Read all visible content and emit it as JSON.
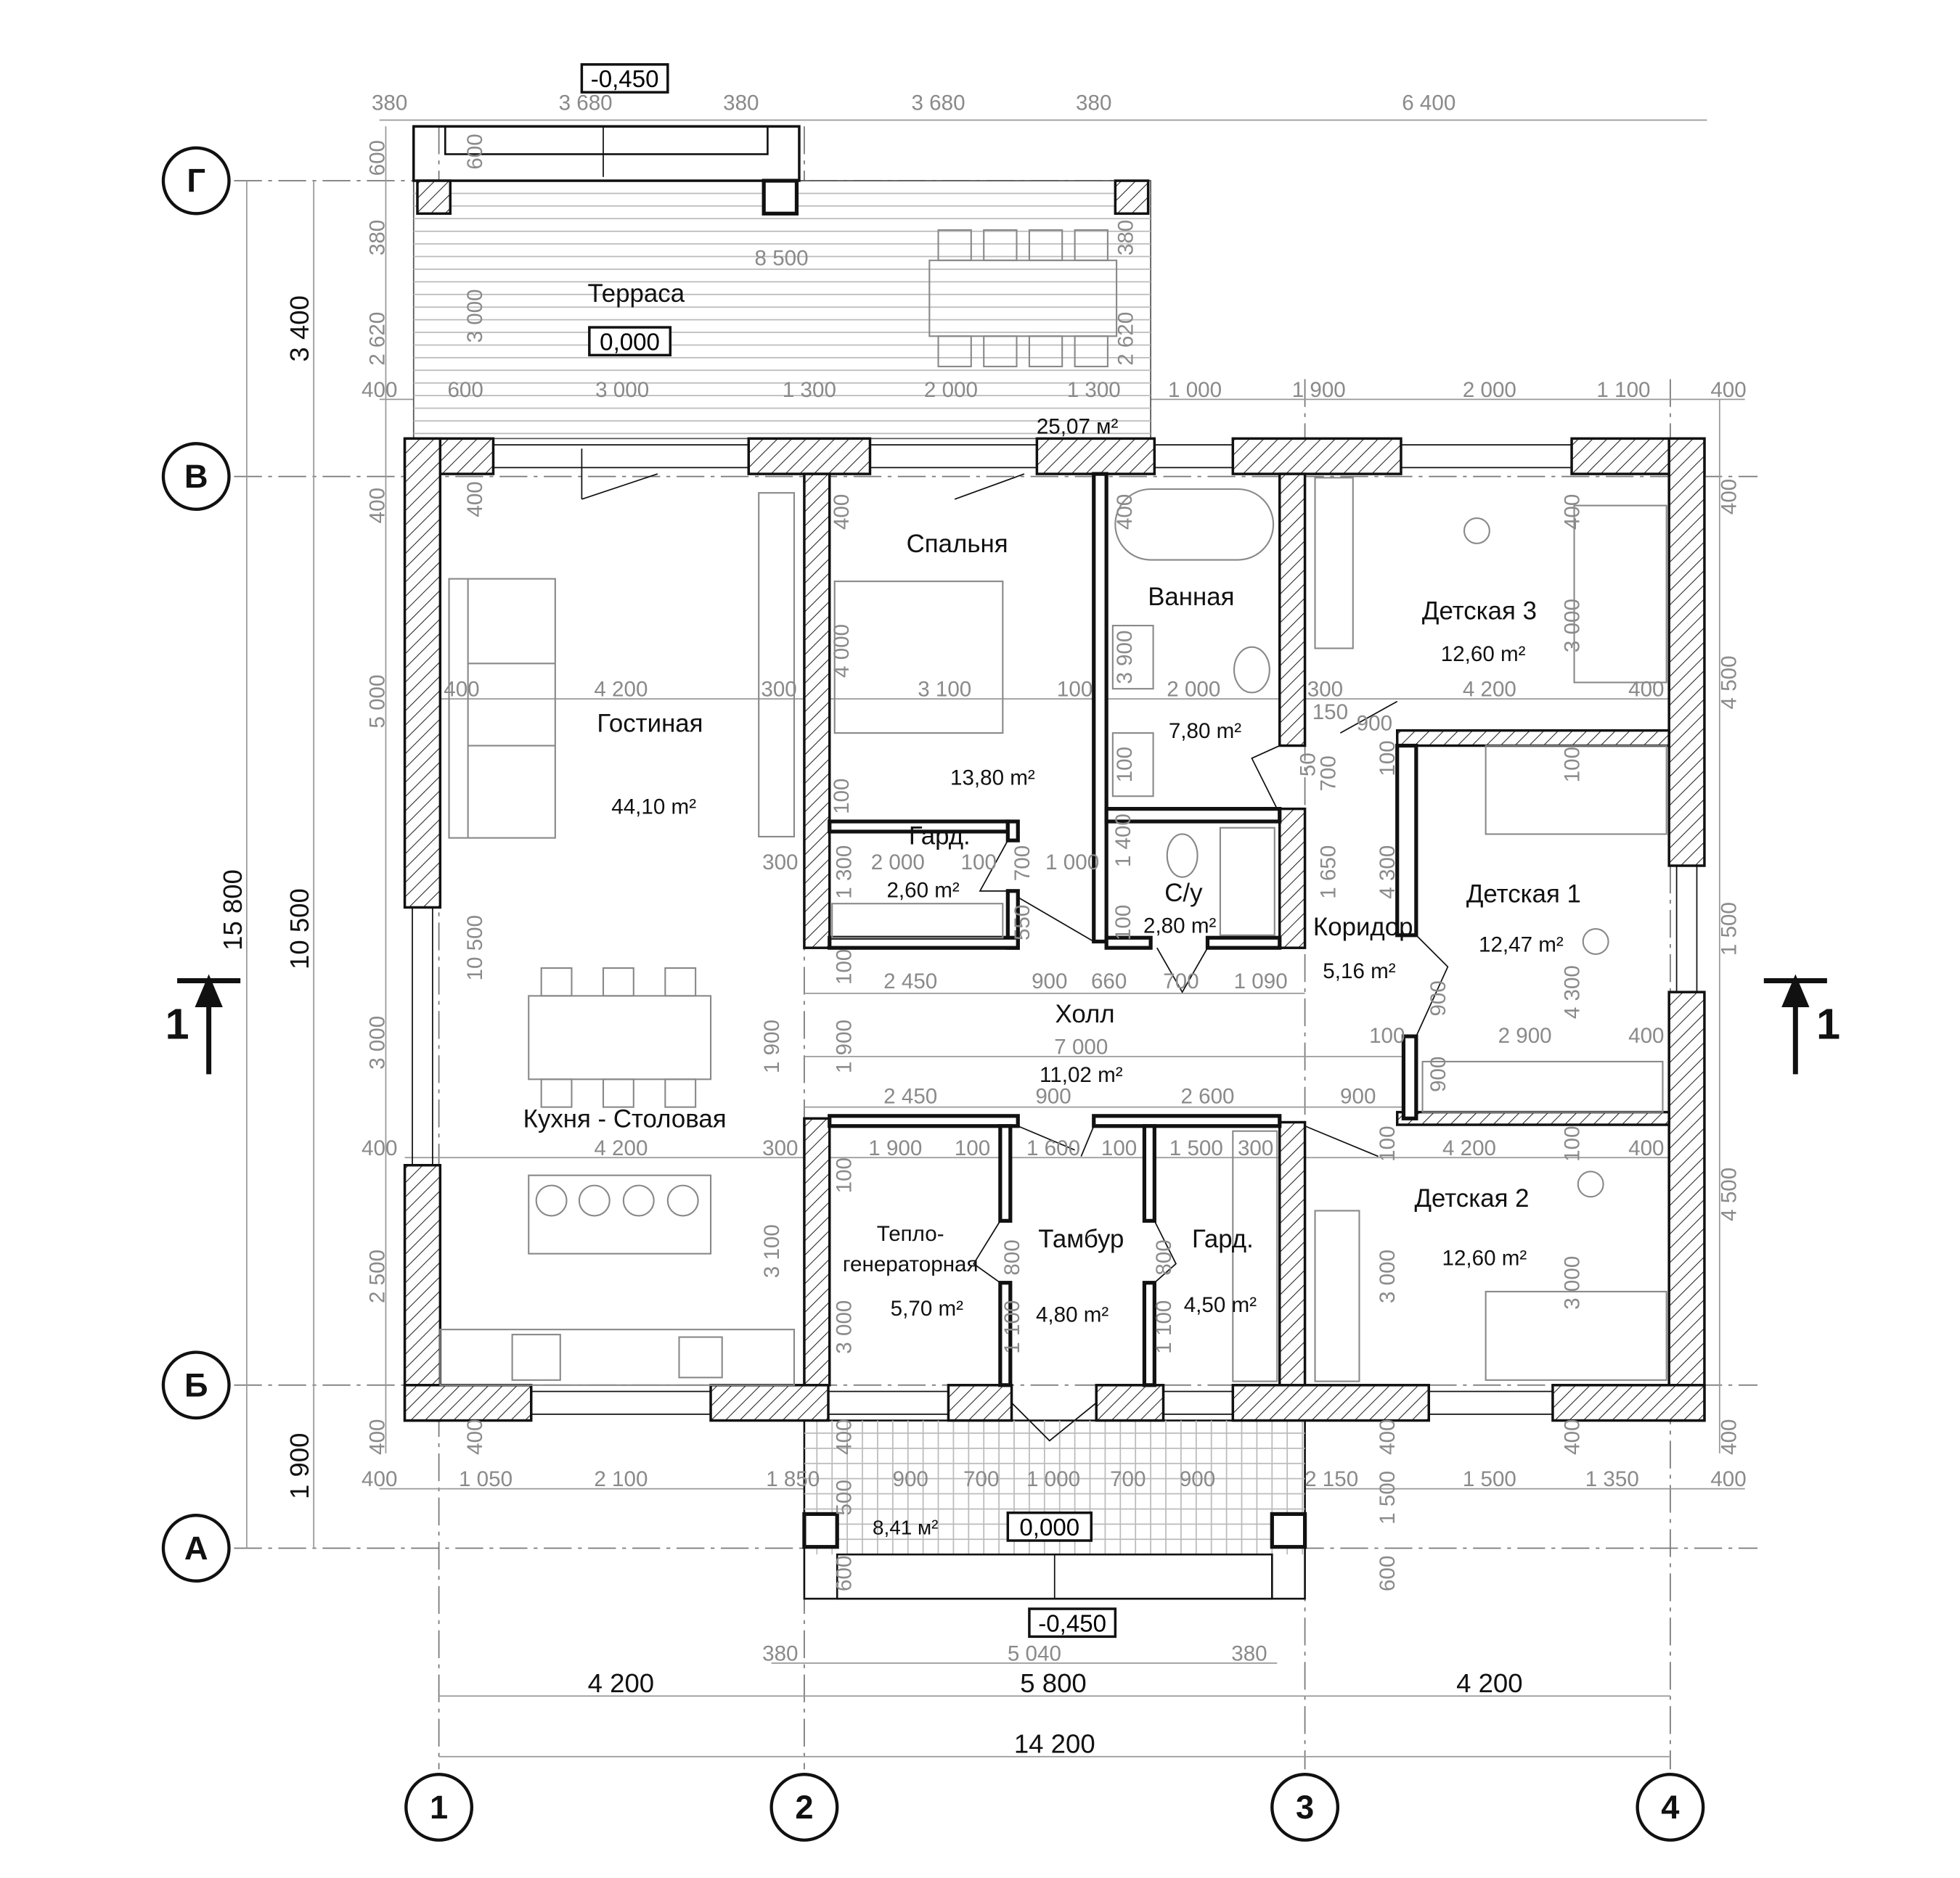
{
  "axes": {
    "rows": [
      "Г",
      "В",
      "Б",
      "А"
    ],
    "cols": [
      "1",
      "2",
      "3",
      "4"
    ]
  },
  "section_mark": "1",
  "levels": {
    "terrace_top": "-0,450",
    "terrace": "0,000",
    "porch": "0,000",
    "porch_bottom": "-0,450"
  },
  "rooms": {
    "terrace": {
      "name": "Терраса",
      "area": "25,07 м²"
    },
    "bedroom": {
      "name": "Спальня",
      "area": "13,80 m²"
    },
    "bathroom": {
      "name": "Ванная",
      "area": "7,80 m²"
    },
    "kids3": {
      "name": "Детская 3",
      "area": "12,60 m²"
    },
    "living": {
      "name": "Гостиная",
      "area": "44,10 m²"
    },
    "wardrobe1": {
      "name": "Гард.",
      "area": "2,60 m²"
    },
    "wc": {
      "name": "С/у",
      "area": "2,80 m²"
    },
    "corridor": {
      "name": "Коридор",
      "area": "5,16 m²"
    },
    "kids1": {
      "name": "Детская 1",
      "area": "12,47 m²"
    },
    "hall": {
      "name": "Холл",
      "area": "11,02 m²"
    },
    "kitchen": {
      "name": "Кухня - Столовая"
    },
    "boiler": {
      "name_1": "Тепло-",
      "name_2": "генераторная",
      "area": "5,70 m²"
    },
    "vestibule": {
      "name": "Тамбур",
      "area": "4,80 m²"
    },
    "wardrobe2": {
      "name": "Гард.",
      "area": "4,50 m²"
    },
    "kids2": {
      "name": "Детская 2",
      "area": "12,60 m²"
    },
    "porch": {
      "area": "8,41 м²"
    }
  },
  "major_dims": [
    "3 400",
    "15 800",
    "10 500",
    "1 900",
    "4 200",
    "5 800",
    "4 200",
    "14 200"
  ],
  "dims": [
    "380",
    "3 680",
    "380",
    "3 680",
    "380",
    "6 400",
    "600",
    "380",
    "2 620",
    "600",
    "3 000",
    "380",
    "2 620",
    "8 500",
    "400",
    "600",
    "3 000",
    "1 300",
    "2 000",
    "1 300",
    "1 000",
    "1 900",
    "2 000",
    "1 100",
    "400",
    "400",
    "4 200",
    "300",
    "3 100",
    "100",
    "2 000",
    "300",
    "4 200",
    "400",
    "400",
    "5 000",
    "3 000",
    "2 500",
    "400",
    "10 500",
    "400",
    "4 000",
    "100",
    "400",
    "3 900",
    "100",
    "400",
    "3 000",
    "400",
    "4 500",
    "1 500",
    "4 500",
    "400",
    "150",
    "900",
    "50",
    "700",
    "100",
    "100",
    "300",
    "2 000",
    "100",
    "1 000",
    "700",
    "1 300",
    "1 400",
    "100",
    "550",
    "100",
    "1 650",
    "4 300",
    "2 450",
    "900",
    "660",
    "700",
    "1 090",
    "1 900",
    "1 900",
    "7 000",
    "100",
    "2 900",
    "400",
    "900",
    "4 300",
    "900",
    "2 450",
    "900",
    "2 600",
    "900",
    "400",
    "4 200",
    "300",
    "1 900",
    "100",
    "1 600",
    "100",
    "1 500",
    "300",
    "4 200",
    "400",
    "100",
    "100",
    "100",
    "3 100",
    "800",
    "800",
    "3 000",
    "1 100",
    "1 100",
    "3 000",
    "3 000",
    "400",
    "400",
    "400",
    "400",
    "400",
    "400",
    "1 050",
    "2 100",
    "1 850",
    "900",
    "700",
    "1 000",
    "700",
    "900",
    "2 150",
    "1 500",
    "1 350",
    "400",
    "500",
    "1 500",
    "600",
    "600",
    "380",
    "5 040",
    "380"
  ]
}
